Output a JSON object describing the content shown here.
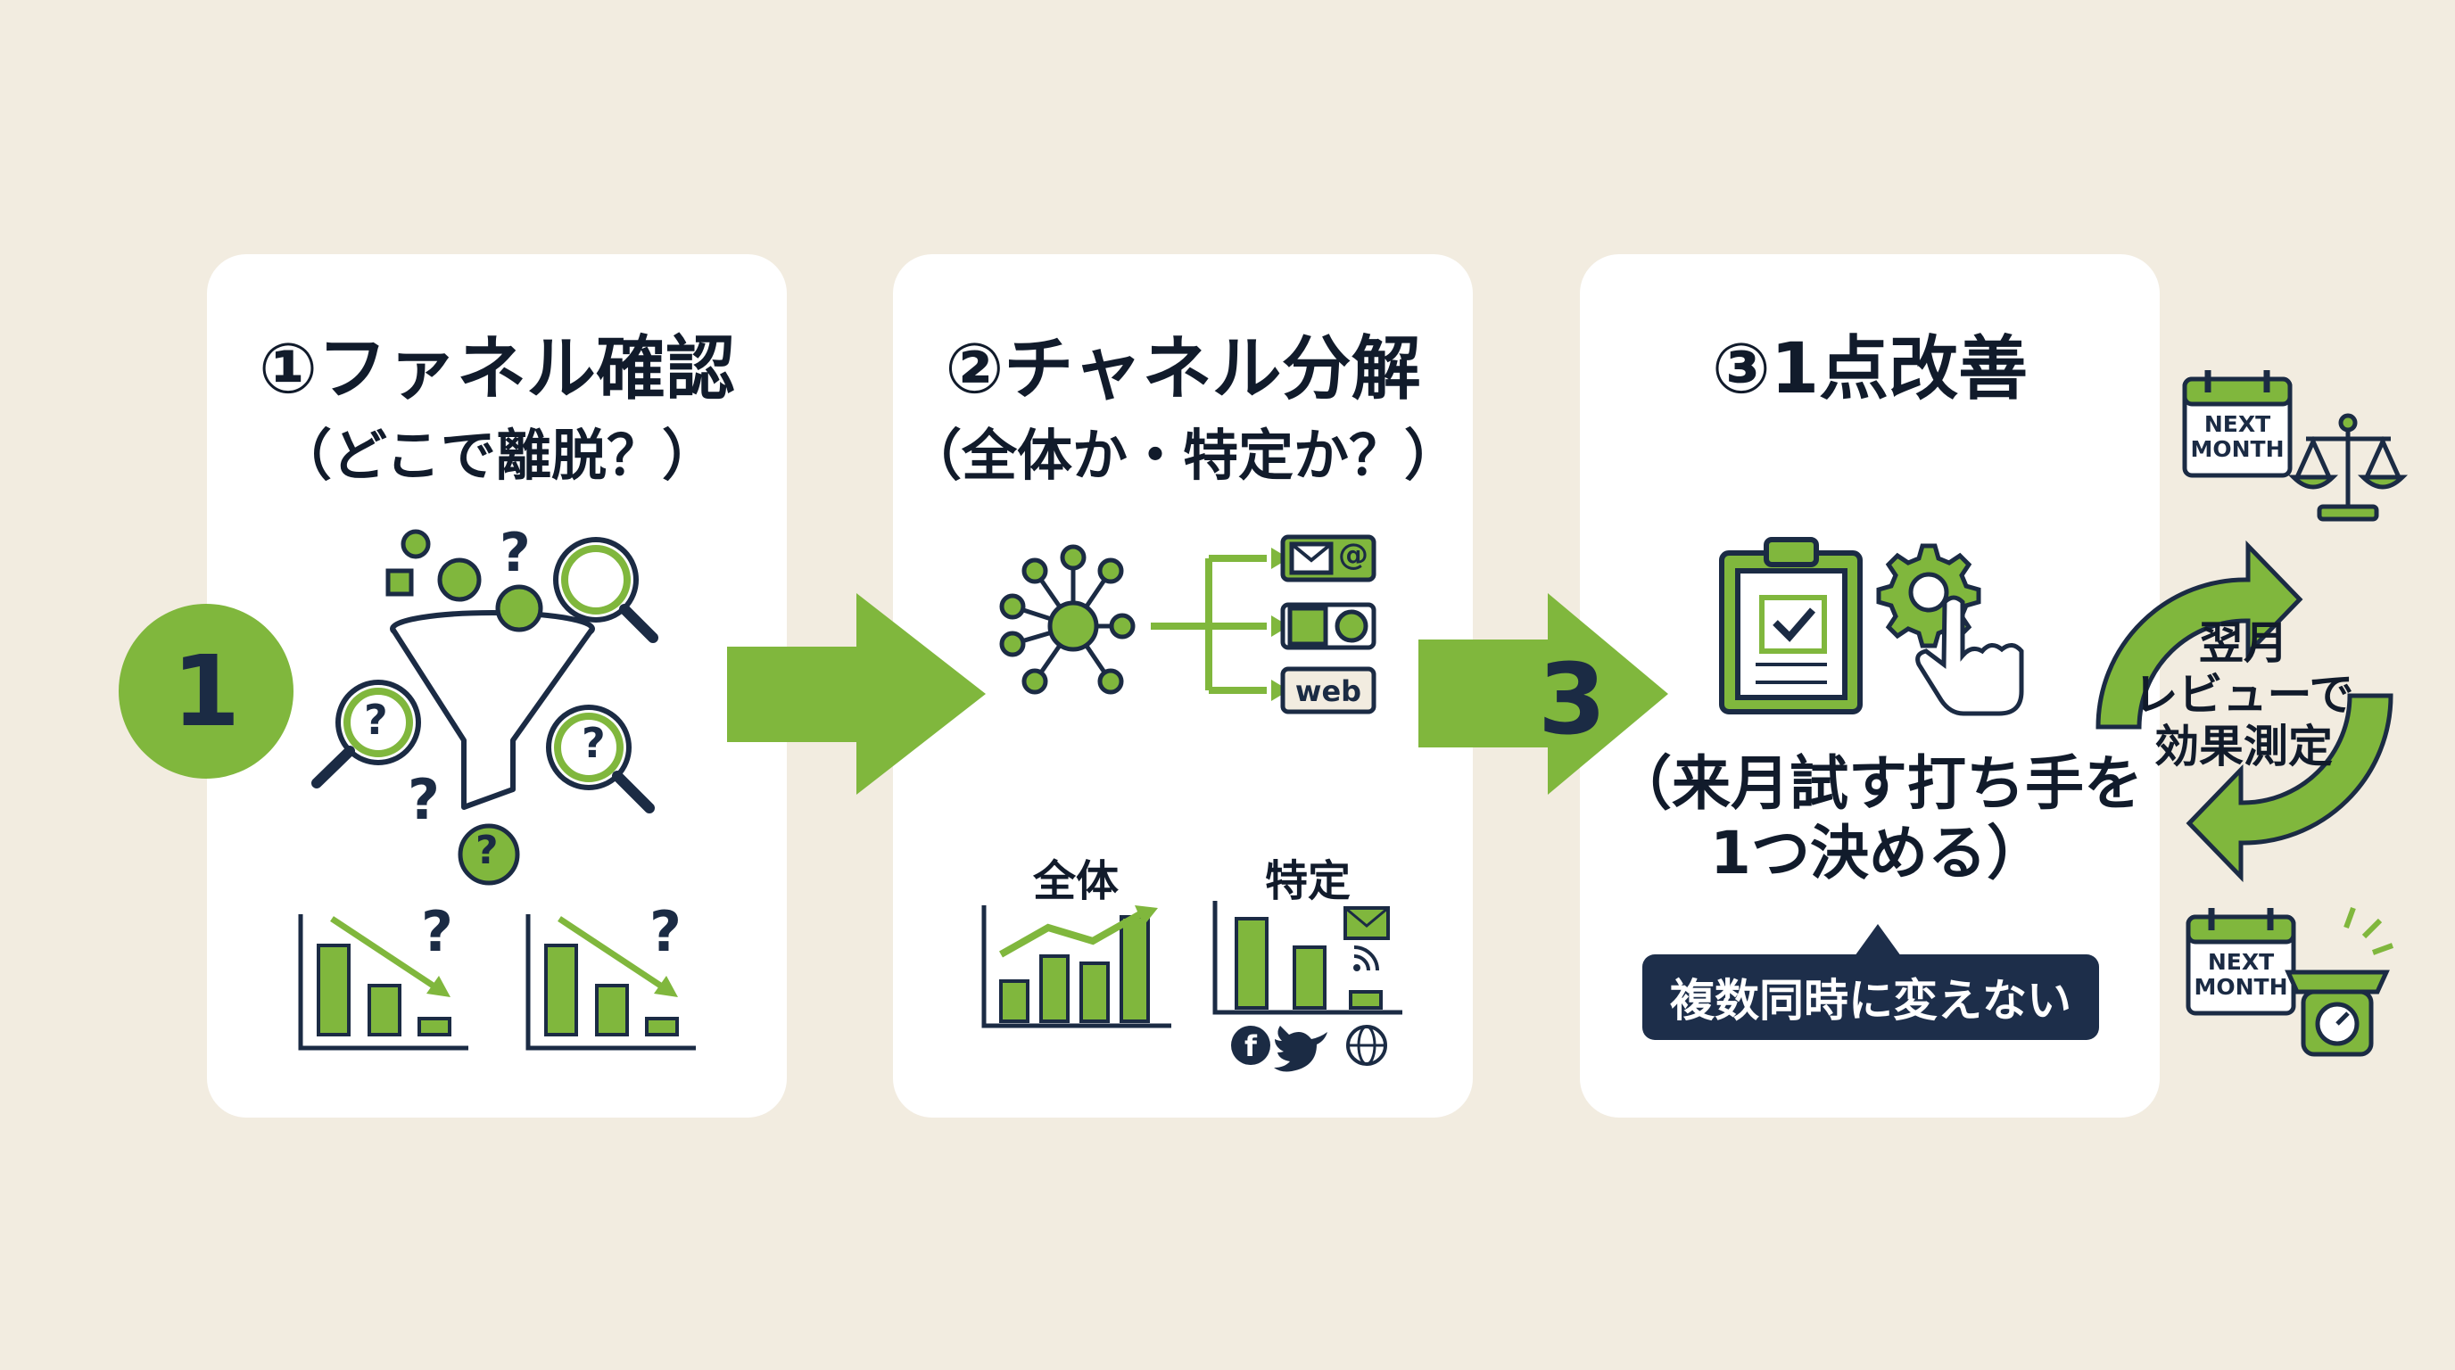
{
  "steps": [
    {
      "badge": "1",
      "title": "①ファネル確認",
      "subtitle": "（どこで離脱？）"
    },
    {
      "title": "②チャネル分解",
      "subtitle": "（全体か・特定か？）",
      "label_overall": "全体",
      "label_specific": "特定",
      "web_label": "web",
      "at_symbol": "@"
    },
    {
      "badge": "3",
      "title": "③1点改善",
      "text_line1": "（来月試す打ち手を",
      "text_line2": "1つ決める）",
      "callout": "複数同時に変えない"
    }
  ],
  "cycle": {
    "line1": "翌月",
    "line2": "レビューで",
    "line3": "効果測定"
  },
  "calendar": {
    "line1": "NEXT",
    "line2": "MONTH"
  },
  "glyphs": {
    "question": "?"
  },
  "icons": [
    "funnel-icon",
    "magnifier-question-icon",
    "declining-bar-chart-icon",
    "network-node-icon",
    "email-icon",
    "facebook-icon",
    "phone-icon",
    "web-icon",
    "growth-bar-chart-icon",
    "twitter-icon",
    "globe-icon",
    "clipboard-check-icon",
    "gear-icon",
    "hand-pointer-icon",
    "calendar-icon",
    "balance-scale-icon",
    "weighing-scale-icon",
    "cycle-arrows-icon"
  ],
  "colors": {
    "background": "#f2ece0",
    "card": "#ffffff",
    "green": "#80b73d",
    "navy": "#1b2b44"
  }
}
